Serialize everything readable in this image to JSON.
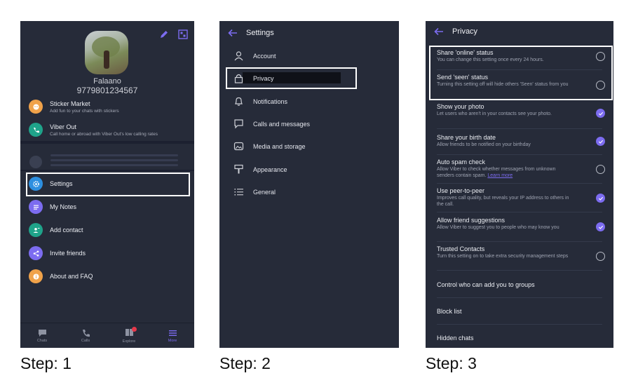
{
  "accent": "#7c6cf0",
  "steps": [
    "Step: 1",
    "Step: 2",
    "Step: 3"
  ],
  "screen1": {
    "profile_name": "Falaano",
    "profile_number": "9779801234567",
    "items": [
      {
        "title": "Sticker Market",
        "subtitle": "Add fun to your chats with stickers",
        "icon": "sticker-icon",
        "color": "#f0a24a"
      },
      {
        "title": "Viber Out",
        "subtitle": "Call home or abroad with Viber Out's low calling rates",
        "icon": "phone-icon",
        "color": "#1fa38a"
      }
    ],
    "menu": [
      {
        "label": "Settings",
        "icon": "gear-icon",
        "color": "#2d8fe0"
      },
      {
        "label": "My Notes",
        "icon": "notes-icon",
        "color": "#7c6cf0"
      },
      {
        "label": "Add contact",
        "icon": "add-contact-icon",
        "color": "#1fa38a"
      },
      {
        "label": "Invite friends",
        "icon": "share-icon",
        "color": "#7c6cf0"
      },
      {
        "label": "About and FAQ",
        "icon": "info-icon",
        "color": "#f0a24a"
      }
    ],
    "nav": [
      "Chats",
      "Calls",
      "Explore",
      "More"
    ]
  },
  "screen2": {
    "title": "Settings",
    "items": [
      "Account",
      "Privacy",
      "Notifications",
      "Calls and messages",
      "Media and storage",
      "Appearance",
      "General"
    ]
  },
  "screen3": {
    "title": "Privacy",
    "items": [
      {
        "title": "Share 'online' status",
        "subtitle": "You can change this setting once every 24 hours.",
        "checked": false
      },
      {
        "title": "Send 'seen' status",
        "subtitle": "Turning this setting off will hide others 'Seen' status from you",
        "checked": false
      },
      {
        "title": "Show your photo",
        "subtitle": "Let users who aren't in your contacts see your photo.",
        "checked": true
      },
      {
        "title": "Share your birth date",
        "subtitle": "Allow friends to be notified on your birthday",
        "checked": true
      },
      {
        "title": "Auto spam check",
        "subtitle": "Allow Viber to check whether messages from unknown senders contain spam.",
        "link": "Learn more",
        "checked": false
      },
      {
        "title": "Use peer-to-peer",
        "subtitle": "Improves call quality, but reveals your IP address to others in the call.",
        "checked": true
      },
      {
        "title": "Allow friend suggestions",
        "subtitle": "Allow Viber to suggest you to people who may know you",
        "checked": true
      },
      {
        "title": "Trusted Contacts",
        "subtitle": "Turn this setting on to take extra security management steps",
        "checked": false
      }
    ],
    "plain_items": [
      "Control who can add you to groups",
      "Block list",
      "Hidden chats"
    ]
  }
}
